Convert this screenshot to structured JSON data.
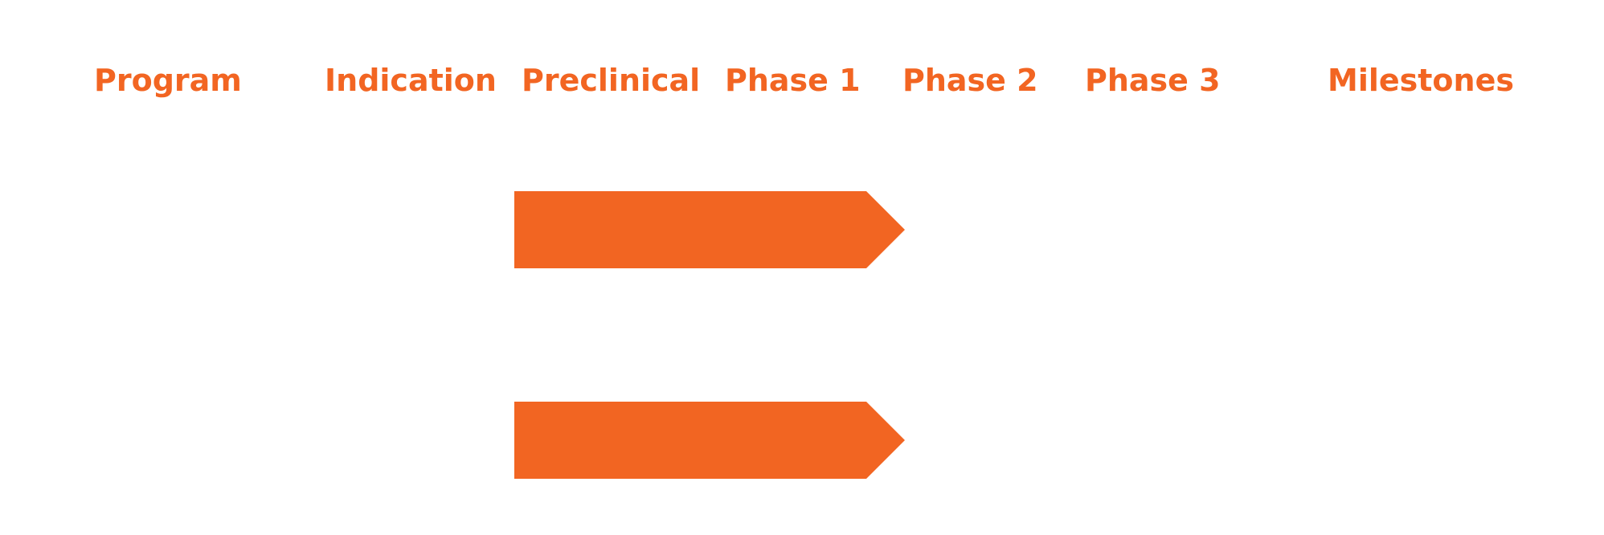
{
  "header": {
    "columns": [
      "Program",
      "Indication",
      "Preclinical",
      "Phase 1",
      "Phase 2",
      "Phase 3",
      "Milestones"
    ]
  },
  "colors": {
    "accent": "#f26522",
    "background": "#ffffff"
  },
  "stages": [
    "Preclinical",
    "Phase 1",
    "Phase 2",
    "Phase 3"
  ],
  "rows": [
    {
      "program": "",
      "indication": "",
      "milestone": "",
      "progress_stage_reached": "Phase 1"
    },
    {
      "program": "",
      "indication": "",
      "milestone": "",
      "progress_stage_reached": "Phase 1"
    }
  ]
}
